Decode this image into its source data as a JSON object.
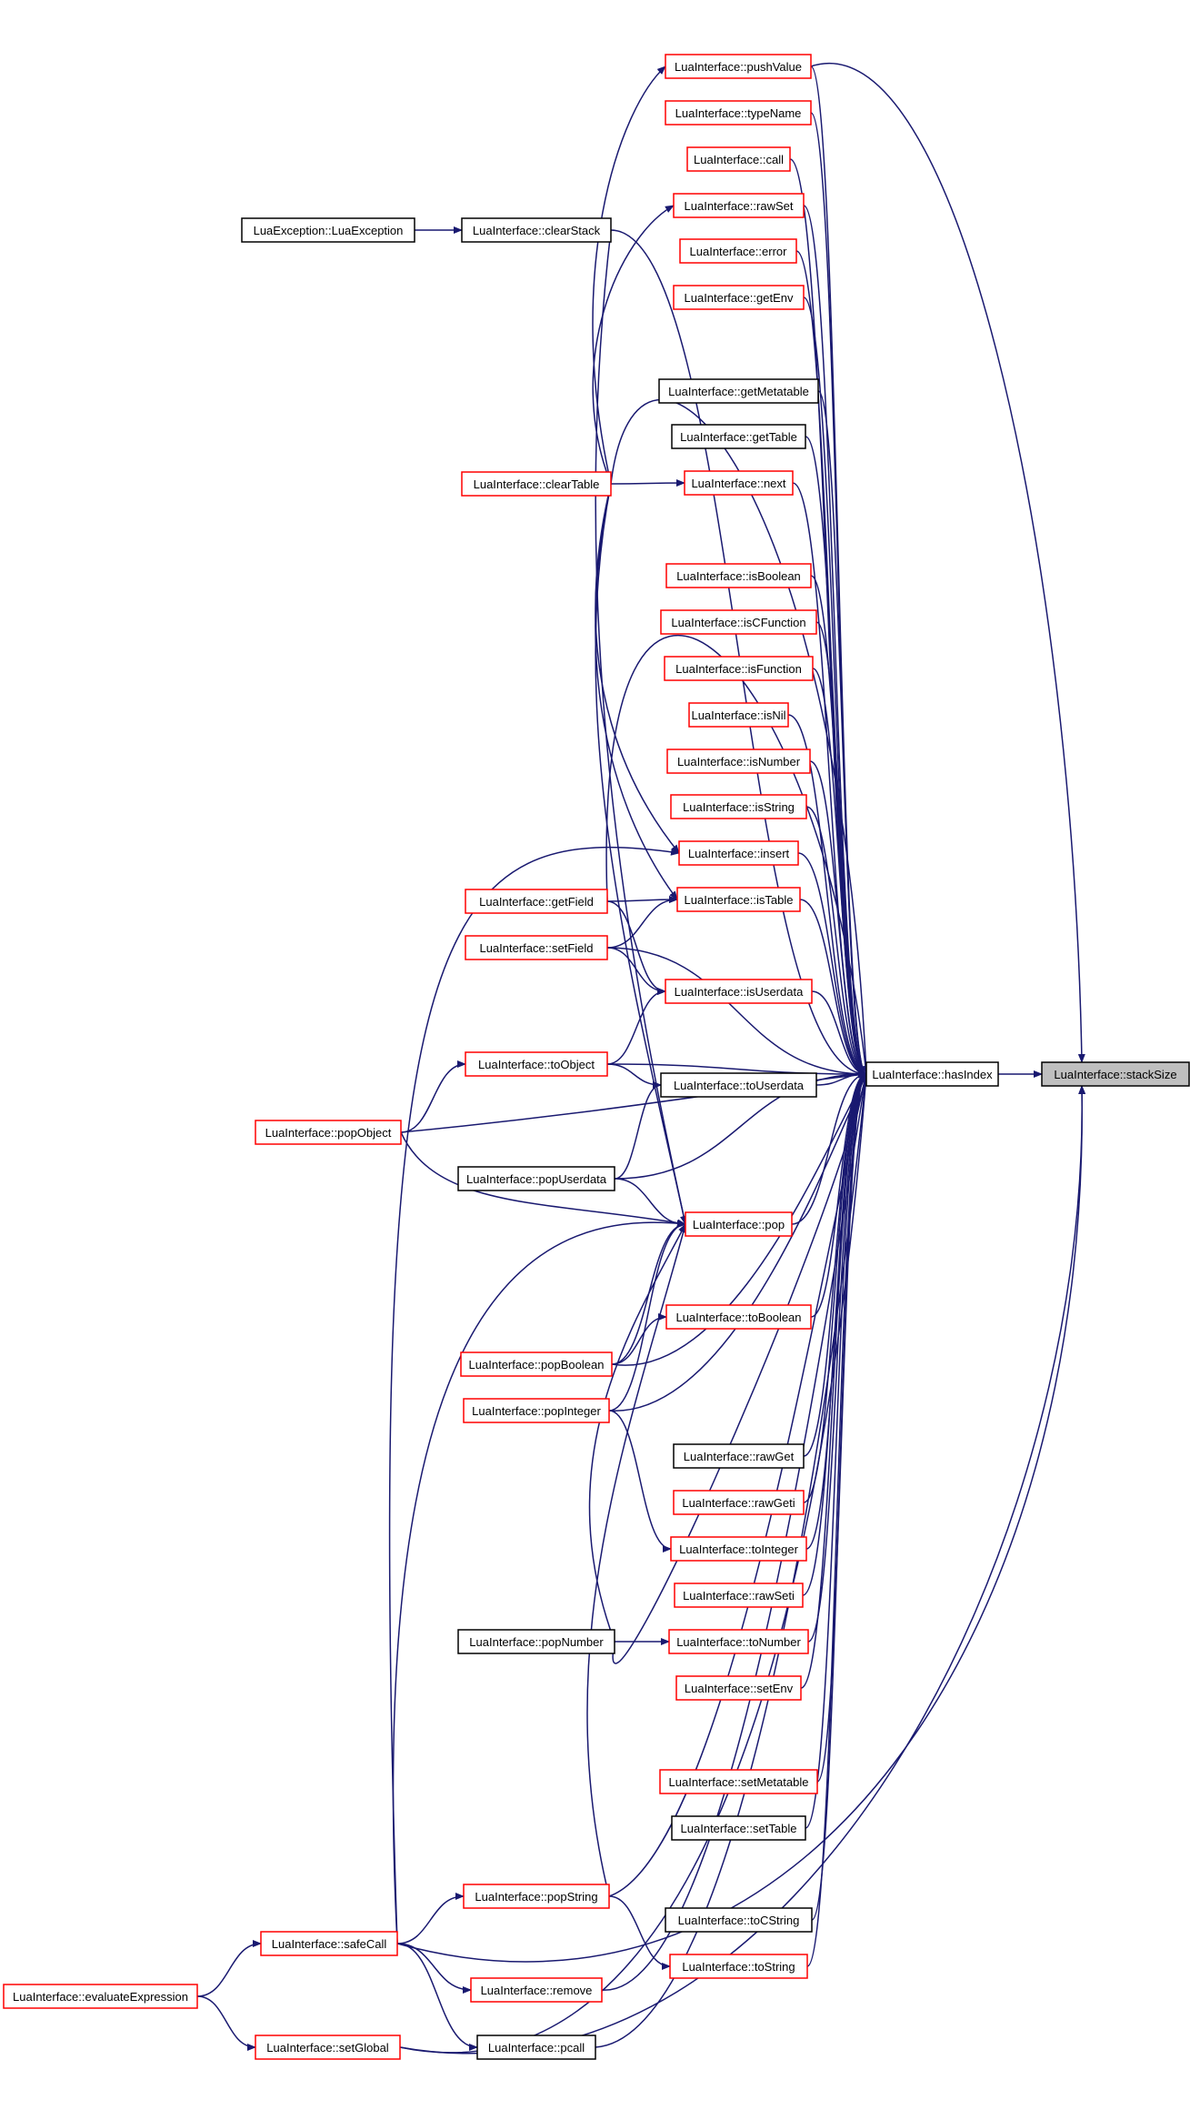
{
  "graph": {
    "direction": "right-to-left (callers on the left point to callees on the right)",
    "colors": {
      "edge": "#191970",
      "border_red": "#ff0000",
      "border_black": "#000000",
      "highlight_fill": "#bfbfbf"
    },
    "nodes": [
      {
        "id": "stackSize",
        "label": "LuaInterface::stackSize",
        "border": "black",
        "highlight": true
      },
      {
        "id": "hasIndex",
        "label": "LuaInterface::hasIndex",
        "border": "black"
      },
      {
        "id": "pushValue",
        "label": "LuaInterface::pushValue",
        "border": "red"
      },
      {
        "id": "typeName",
        "label": "LuaInterface::typeName",
        "border": "red"
      },
      {
        "id": "call",
        "label": "LuaInterface::call",
        "border": "red"
      },
      {
        "id": "rawSet",
        "label": "LuaInterface::rawSet",
        "border": "red"
      },
      {
        "id": "error",
        "label": "LuaInterface::error",
        "border": "red"
      },
      {
        "id": "getEnv",
        "label": "LuaInterface::getEnv",
        "border": "red"
      },
      {
        "id": "getMetatable",
        "label": "LuaInterface::getMetatable",
        "border": "black"
      },
      {
        "id": "getTable",
        "label": "LuaInterface::getTable",
        "border": "black"
      },
      {
        "id": "next",
        "label": "LuaInterface::next",
        "border": "red"
      },
      {
        "id": "isBoolean",
        "label": "LuaInterface::isBoolean",
        "border": "red"
      },
      {
        "id": "isCFunction",
        "label": "LuaInterface::isCFunction",
        "border": "red"
      },
      {
        "id": "isFunction",
        "label": "LuaInterface::isFunction",
        "border": "red"
      },
      {
        "id": "isNil",
        "label": "LuaInterface::isNil",
        "border": "red"
      },
      {
        "id": "isNumber",
        "label": "LuaInterface::isNumber",
        "border": "red"
      },
      {
        "id": "isString",
        "label": "LuaInterface::isString",
        "border": "red"
      },
      {
        "id": "insert",
        "label": "LuaInterface::insert",
        "border": "red"
      },
      {
        "id": "isTable",
        "label": "LuaInterface::isTable",
        "border": "red"
      },
      {
        "id": "isUserdata",
        "label": "LuaInterface::isUserdata",
        "border": "red"
      },
      {
        "id": "toUserdata",
        "label": "LuaInterface::toUserdata",
        "border": "black"
      },
      {
        "id": "pop",
        "label": "LuaInterface::pop",
        "border": "red"
      },
      {
        "id": "toBoolean",
        "label": "LuaInterface::toBoolean",
        "border": "red"
      },
      {
        "id": "rawGet",
        "label": "LuaInterface::rawGet",
        "border": "black"
      },
      {
        "id": "rawGeti",
        "label": "LuaInterface::rawGeti",
        "border": "red"
      },
      {
        "id": "toInteger",
        "label": "LuaInterface::toInteger",
        "border": "red"
      },
      {
        "id": "rawSeti",
        "label": "LuaInterface::rawSeti",
        "border": "red"
      },
      {
        "id": "toNumber",
        "label": "LuaInterface::toNumber",
        "border": "red"
      },
      {
        "id": "setEnv",
        "label": "LuaInterface::setEnv",
        "border": "red"
      },
      {
        "id": "setMetatable",
        "label": "LuaInterface::setMetatable",
        "border": "red"
      },
      {
        "id": "setTable",
        "label": "LuaInterface::setTable",
        "border": "black"
      },
      {
        "id": "toCString",
        "label": "LuaInterface::toCString",
        "border": "black"
      },
      {
        "id": "toString",
        "label": "LuaInterface::toString",
        "border": "red"
      },
      {
        "id": "clearStack",
        "label": "LuaInterface::clearStack",
        "border": "black"
      },
      {
        "id": "LuaException",
        "label": "LuaException::LuaException",
        "border": "black"
      },
      {
        "id": "clearTable",
        "label": "LuaInterface::clearTable",
        "border": "red"
      },
      {
        "id": "getField",
        "label": "LuaInterface::getField",
        "border": "red"
      },
      {
        "id": "setField",
        "label": "LuaInterface::setField",
        "border": "red"
      },
      {
        "id": "toObject",
        "label": "LuaInterface::toObject",
        "border": "red"
      },
      {
        "id": "popObject",
        "label": "LuaInterface::popObject",
        "border": "red"
      },
      {
        "id": "popUserdata",
        "label": "LuaInterface::popUserdata",
        "border": "black"
      },
      {
        "id": "popBoolean",
        "label": "LuaInterface::popBoolean",
        "border": "red"
      },
      {
        "id": "popInteger",
        "label": "LuaInterface::popInteger",
        "border": "red"
      },
      {
        "id": "popNumber",
        "label": "LuaInterface::popNumber",
        "border": "black"
      },
      {
        "id": "popString",
        "label": "LuaInterface::popString",
        "border": "red"
      },
      {
        "id": "safeCall",
        "label": "LuaInterface::safeCall",
        "border": "red"
      },
      {
        "id": "remove",
        "label": "LuaInterface::remove",
        "border": "red"
      },
      {
        "id": "pcall",
        "label": "LuaInterface::pcall",
        "border": "black"
      },
      {
        "id": "evaluateExpression",
        "label": "LuaInterface::evaluateExpression",
        "border": "red"
      },
      {
        "id": "setGlobal",
        "label": "LuaInterface::setGlobal",
        "border": "red"
      }
    ],
    "edges": [
      [
        "hasIndex",
        "stackSize"
      ],
      [
        "pushValue",
        "stackSize"
      ],
      [
        "safeCall",
        "stackSize"
      ],
      [
        "pushValue",
        "hasIndex"
      ],
      [
        "typeName",
        "hasIndex"
      ],
      [
        "call",
        "hasIndex"
      ],
      [
        "rawSet",
        "hasIndex"
      ],
      [
        "error",
        "hasIndex"
      ],
      [
        "getEnv",
        "hasIndex"
      ],
      [
        "getMetatable",
        "hasIndex"
      ],
      [
        "getTable",
        "hasIndex"
      ],
      [
        "next",
        "hasIndex"
      ],
      [
        "isBoolean",
        "hasIndex"
      ],
      [
        "isCFunction",
        "hasIndex"
      ],
      [
        "isFunction",
        "hasIndex"
      ],
      [
        "isNil",
        "hasIndex"
      ],
      [
        "isNumber",
        "hasIndex"
      ],
      [
        "isString",
        "hasIndex"
      ],
      [
        "insert",
        "hasIndex"
      ],
      [
        "isTable",
        "hasIndex"
      ],
      [
        "isUserdata",
        "hasIndex"
      ],
      [
        "toUserdata",
        "hasIndex"
      ],
      [
        "pop",
        "hasIndex"
      ],
      [
        "toBoolean",
        "hasIndex"
      ],
      [
        "rawGet",
        "hasIndex"
      ],
      [
        "rawGeti",
        "hasIndex"
      ],
      [
        "toInteger",
        "hasIndex"
      ],
      [
        "rawSeti",
        "hasIndex"
      ],
      [
        "toNumber",
        "hasIndex"
      ],
      [
        "setEnv",
        "hasIndex"
      ],
      [
        "setMetatable",
        "hasIndex"
      ],
      [
        "setTable",
        "hasIndex"
      ],
      [
        "toCString",
        "hasIndex"
      ],
      [
        "toString",
        "hasIndex"
      ],
      [
        "clearStack",
        "hasIndex"
      ],
      [
        "clearTable",
        "hasIndex"
      ],
      [
        "getField",
        "hasIndex"
      ],
      [
        "setField",
        "hasIndex"
      ],
      [
        "toObject",
        "hasIndex"
      ],
      [
        "popObject",
        "hasIndex"
      ],
      [
        "popUserdata",
        "hasIndex"
      ],
      [
        "popBoolean",
        "hasIndex"
      ],
      [
        "popInteger",
        "hasIndex"
      ],
      [
        "popNumber",
        "hasIndex"
      ],
      [
        "popString",
        "hasIndex"
      ],
      [
        "remove",
        "hasIndex"
      ],
      [
        "pcall",
        "hasIndex"
      ],
      [
        "setGlobal",
        "hasIndex"
      ],
      [
        "LuaException",
        "clearStack"
      ],
      [
        "clearStack",
        "pop"
      ],
      [
        "clearTable",
        "pushValue"
      ],
      [
        "clearTable",
        "rawSet"
      ],
      [
        "clearTable",
        "next"
      ],
      [
        "clearTable",
        "insert"
      ],
      [
        "clearTable",
        "isTable"
      ],
      [
        "clearTable",
        "pop"
      ],
      [
        "getField",
        "isTable"
      ],
      [
        "getField",
        "isUserdata"
      ],
      [
        "setField",
        "isTable"
      ],
      [
        "setField",
        "isUserdata"
      ],
      [
        "toObject",
        "isUserdata"
      ],
      [
        "toObject",
        "toUserdata"
      ],
      [
        "popObject",
        "toObject"
      ],
      [
        "popObject",
        "pop"
      ],
      [
        "popUserdata",
        "toUserdata"
      ],
      [
        "popUserdata",
        "pop"
      ],
      [
        "popBoolean",
        "toBoolean"
      ],
      [
        "popBoolean",
        "pop"
      ],
      [
        "popInteger",
        "toInteger"
      ],
      [
        "popInteger",
        "pop"
      ],
      [
        "popNumber",
        "toNumber"
      ],
      [
        "popNumber",
        "pop"
      ],
      [
        "popString",
        "toString"
      ],
      [
        "popString",
        "pop"
      ],
      [
        "safeCall",
        "insert"
      ],
      [
        "safeCall",
        "pop"
      ],
      [
        "safeCall",
        "popString"
      ],
      [
        "safeCall",
        "remove"
      ],
      [
        "safeCall",
        "pcall"
      ],
      [
        "evaluateExpression",
        "safeCall"
      ],
      [
        "evaluateExpression",
        "setGlobal"
      ],
      [
        "setGlobal",
        "stackSize"
      ]
    ]
  }
}
